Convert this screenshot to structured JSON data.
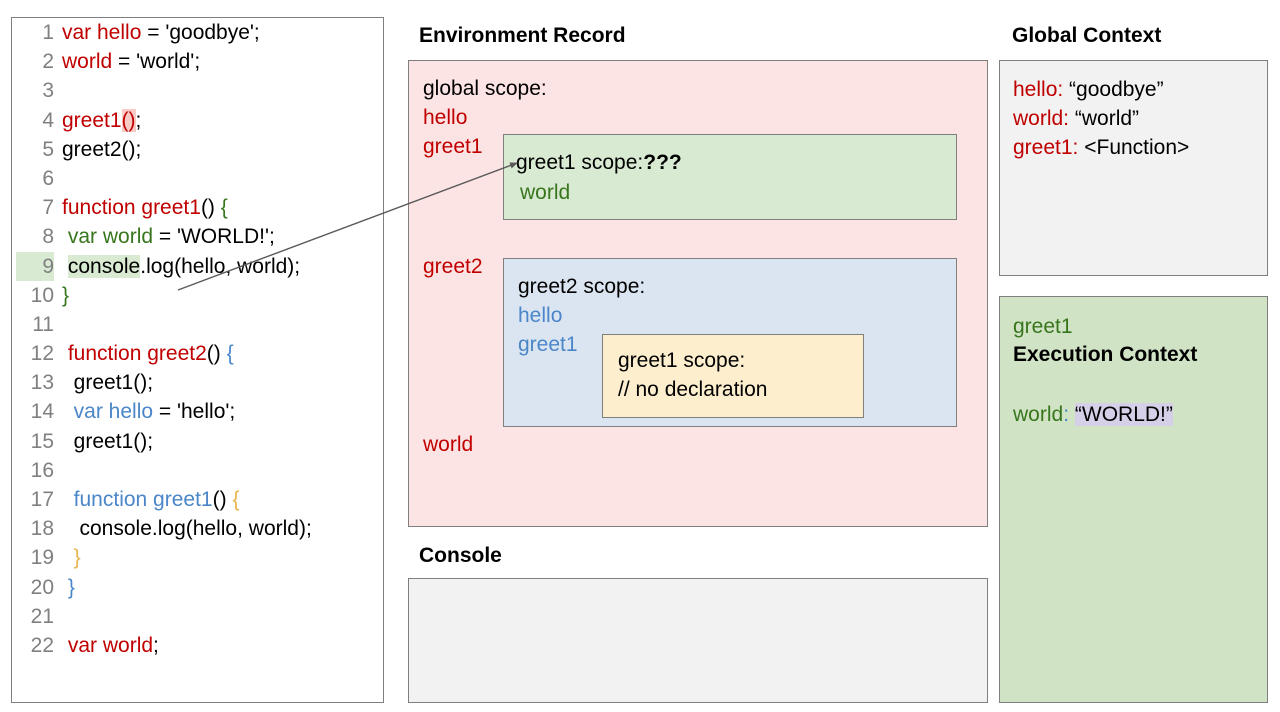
{
  "code_panel": {
    "lines": [
      {
        "n": "1",
        "tokens": [
          {
            "t": "var hello",
            "cls": "t-red"
          },
          {
            "t": " = 'goodbye';",
            "cls": "t-black"
          }
        ]
      },
      {
        "n": "2",
        "tokens": [
          {
            "t": "world",
            "cls": "t-red"
          },
          {
            "t": " = 'world';",
            "cls": "t-black"
          }
        ]
      },
      {
        "n": "3",
        "tokens": []
      },
      {
        "n": "4",
        "tokens": [
          {
            "t": "greet1",
            "cls": "t-red"
          },
          {
            "t": "()",
            "cls": "t-red hl-pink"
          },
          {
            "t": ";",
            "cls": "t-black"
          }
        ]
      },
      {
        "n": "5",
        "tokens": [
          {
            "t": "greet2();",
            "cls": "t-black"
          }
        ]
      },
      {
        "n": "6",
        "tokens": []
      },
      {
        "n": "7",
        "tokens": [
          {
            "t": "function greet1",
            "cls": "t-red"
          },
          {
            "t": "() ",
            "cls": "t-black"
          },
          {
            "t": "{",
            "cls": "t-green"
          }
        ]
      },
      {
        "n": "8",
        "tokens": [
          {
            "t": " ",
            "cls": "t-black"
          },
          {
            "t": "var world",
            "cls": "t-green"
          },
          {
            "t": " = 'WORLD!';",
            "cls": "t-black"
          }
        ]
      },
      {
        "n": "9",
        "hl": true,
        "tokens": [
          {
            "t": " ",
            "cls": "t-black"
          },
          {
            "t": "console",
            "cls": "t-black hl-green"
          },
          {
            "t": ".log(hello, world);",
            "cls": "t-black"
          }
        ]
      },
      {
        "n": "10",
        "tokens": [
          {
            "t": "}",
            "cls": "t-green"
          }
        ]
      },
      {
        "n": "11",
        "tokens": []
      },
      {
        "n": "12",
        "tokens": [
          {
            "t": " ",
            "cls": "t-black"
          },
          {
            "t": "function greet2",
            "cls": "t-red"
          },
          {
            "t": "() ",
            "cls": "t-black"
          },
          {
            "t": "{",
            "cls": "t-blue"
          }
        ]
      },
      {
        "n": "13",
        "tokens": [
          {
            "t": "  greet1();",
            "cls": "t-black"
          }
        ]
      },
      {
        "n": "14",
        "tokens": [
          {
            "t": "  ",
            "cls": "t-black"
          },
          {
            "t": "var hello",
            "cls": "t-blue"
          },
          {
            "t": " = 'hello';",
            "cls": "t-black"
          }
        ]
      },
      {
        "n": "15",
        "tokens": [
          {
            "t": "  greet1();",
            "cls": "t-black"
          }
        ]
      },
      {
        "n": "16",
        "tokens": []
      },
      {
        "n": "17",
        "tokens": [
          {
            "t": "  ",
            "cls": "t-black"
          },
          {
            "t": "function greet1",
            "cls": "t-blue"
          },
          {
            "t": "() ",
            "cls": "t-black"
          },
          {
            "t": "{",
            "cls": "t-gold"
          }
        ]
      },
      {
        "n": "18",
        "tokens": [
          {
            "t": "   console.log(hello, world);",
            "cls": "t-black"
          }
        ]
      },
      {
        "n": "19",
        "tokens": [
          {
            "t": "  ",
            "cls": "t-black"
          },
          {
            "t": "}",
            "cls": "t-gold"
          }
        ]
      },
      {
        "n": "20",
        "tokens": [
          {
            "t": " ",
            "cls": "t-black"
          },
          {
            "t": "}",
            "cls": "t-blue"
          }
        ]
      },
      {
        "n": "21",
        "tokens": []
      },
      {
        "n": "22",
        "tokens": [
          {
            "t": " ",
            "cls": "t-black"
          },
          {
            "t": "var world",
            "cls": "t-red"
          },
          {
            "t": ";",
            "cls": "t-black"
          }
        ]
      }
    ]
  },
  "environment_record": {
    "title": "Environment Record",
    "global_scope_label": "global scope:",
    "global_vars": [
      "hello",
      "greet1",
      "greet2",
      "world"
    ],
    "greet1_scope": {
      "title_prefix": "greet1 scope:",
      "title_suffix": "???",
      "vars": [
        "world"
      ]
    },
    "greet2_scope": {
      "title": "greet2 scope:",
      "vars": [
        "hello",
        "greet1"
      ],
      "nested_greet1_scope": {
        "title": "greet1 scope:",
        "note": "// no declaration"
      }
    }
  },
  "console": {
    "title": "Console",
    "output": ""
  },
  "global_context": {
    "title": "Global Context",
    "entries": [
      {
        "key": "hello:",
        "value": "“goodbye”"
      },
      {
        "key": "world:",
        "value": "“world”"
      },
      {
        "key": "greet1:",
        "value": "<Function>"
      }
    ]
  },
  "execution_context": {
    "function_name": "greet1",
    "heading": "Execution Context",
    "variable_key": "world",
    "variable_colon": ":",
    "variable_value": "“WORLD!”"
  },
  "colors": {
    "red": "#c00000",
    "green": "#38761d",
    "blue": "#4a86c8",
    "gold": "#e8b54d",
    "env_bg": "#fce4e4",
    "greet1_scope_bg": "#d9ead3",
    "greet2_scope_bg": "#dbe5f1",
    "nested_scope_bg": "#fdeecd",
    "panel_bg": "#f2f2f2",
    "exec_ctx_bg": "#d0e3c4",
    "value_highlight": "#d6cfe8",
    "border": "#7f7f7f"
  }
}
